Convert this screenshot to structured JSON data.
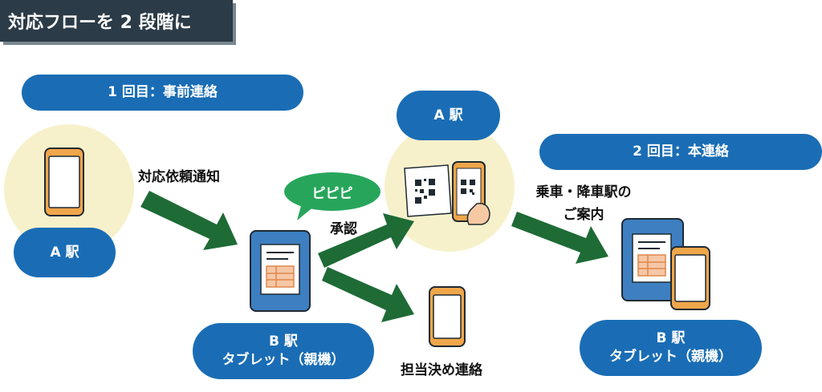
{
  "title": "対応フローを 2 段階に",
  "step1": {
    "label": "1 回目：事前連絡"
  },
  "step2": {
    "label": "2 回目：本連絡"
  },
  "station_a_left": {
    "label": "A 駅"
  },
  "station_a_center": {
    "label": "A 駅"
  },
  "station_b_center": {
    "line1": "B 駅",
    "line2": "タブレット（親機）"
  },
  "station_b_right": {
    "line1": "B 駅",
    "line2": "タブレット（親機）"
  },
  "bubble": {
    "text": "ピピピ"
  },
  "labels": {
    "request": "対応依頼通知",
    "approve": "承認",
    "decide": "担当決め連絡",
    "guidance_line1": "乗車・降車駅の",
    "guidance_line2": "ご案内"
  },
  "colors": {
    "title_bg": "#2b3b47",
    "pill_blue": "#1a6db5",
    "arrow_green": "#1e6b36",
    "circle_yellow": "#f7f1cb",
    "phone_orange": "#f0a64a",
    "tablet_blue": "#3d7fc0",
    "bubble_green": "#27a65b"
  },
  "icons": [
    "smartphone-icon",
    "tablet-icon",
    "qr-code-icon",
    "document-icon"
  ]
}
